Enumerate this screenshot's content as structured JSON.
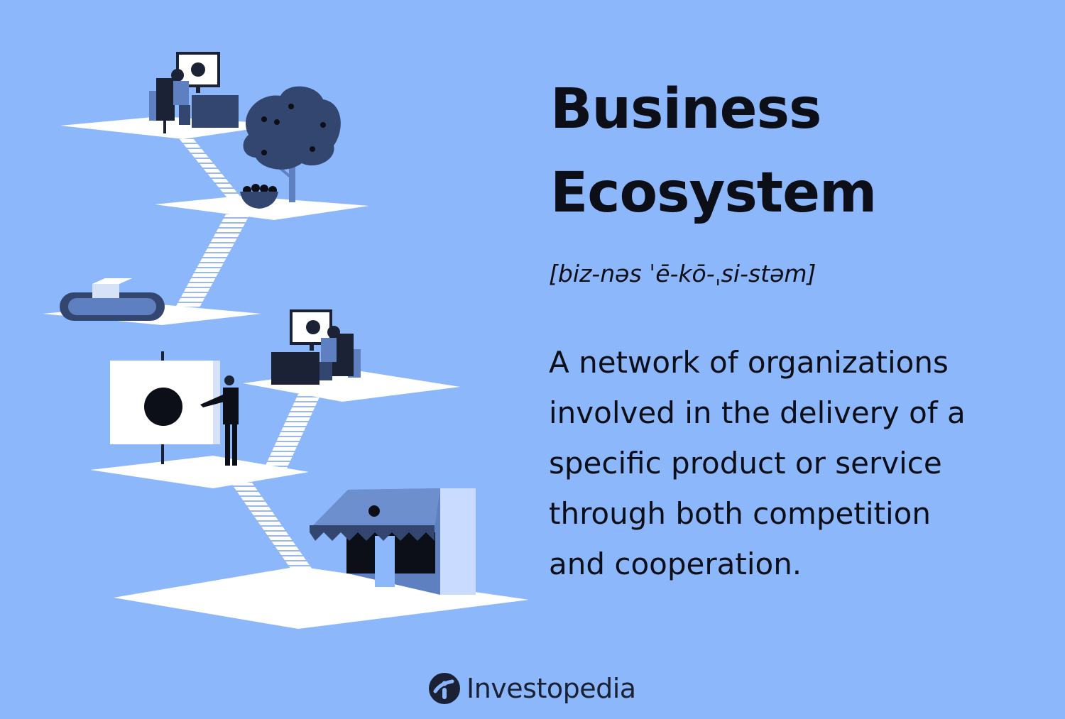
{
  "headline": {
    "line1": "Business",
    "line2": "Ecosystem"
  },
  "pronunciation": "[biz-nəs ˈē-kō-ˌsi-stəm]",
  "definition": {
    "line1": "A network of organizations",
    "line2": "involved in the delivery of a",
    "line3": "specific product or service",
    "line4": "through both competition",
    "line5": "and cooperation."
  },
  "brand": {
    "name": "Investopedia",
    "logo_icon": "investopedia-logo-icon"
  },
  "colors": {
    "background": "#8db7fb",
    "platform": "#ffffff",
    "illustration_dark": "#33466f",
    "illustration_mid": "#5e7fc0",
    "text": "#0c0e18"
  }
}
